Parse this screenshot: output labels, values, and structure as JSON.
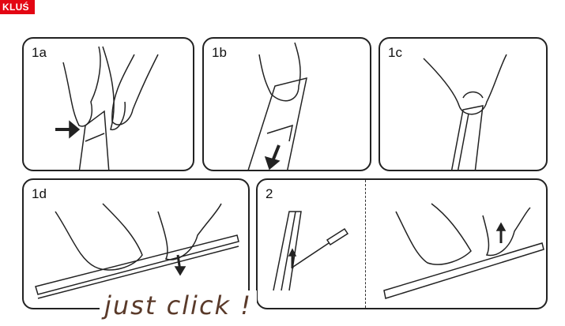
{
  "logo": {
    "text": "KLUŚ"
  },
  "panels": [
    {
      "label": "1a"
    },
    {
      "label": "1b"
    },
    {
      "label": "1c"
    },
    {
      "label": "1d"
    },
    {
      "label": "2"
    }
  ],
  "caption": "just click !",
  "colors": {
    "logo_bg": "#e30613",
    "caption": "#5a3a2a",
    "line": "#222222"
  }
}
